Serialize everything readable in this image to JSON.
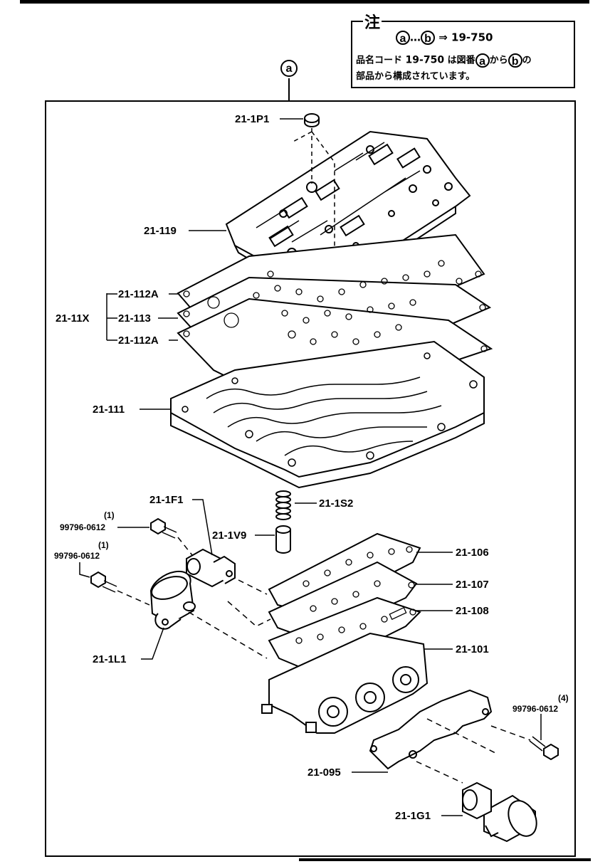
{
  "note": {
    "title": "注",
    "range_from": "a",
    "range_sep": "…",
    "arrow": "⇒",
    "range_ref": "19-750",
    "line2_prefix": "品名コード",
    "line2_code": "19-750",
    "line2_mid": "は図番",
    "line2_from": "a",
    "line2_kara": "から",
    "line2_to": "b",
    "line2_no": "の",
    "line3": "部品から構成されています。"
  },
  "group_marker": "a",
  "labels": {
    "p21_1P1": "21-1P1",
    "p21_119": "21-119",
    "p21_112A_top": "21-112A",
    "p21_11X": "21-11X",
    "p21_113": "21-113",
    "p21_112A_bot": "21-112A",
    "p21_111": "21-111",
    "p21_1F1": "21-1F1",
    "p21_1S2": "21-1S2",
    "p21_1V9": "21-1V9",
    "bolt1_qty": "(1)",
    "bolt1": "99796-0612",
    "bolt2_qty": "(1)",
    "bolt2": "99796-0612",
    "p21_106": "21-106",
    "p21_107": "21-107",
    "p21_108": "21-108",
    "p21_101": "21-101",
    "p21_1L1": "21-1L1",
    "bolt3_qty": "(4)",
    "bolt3": "99796-0612",
    "p21_095": "21-095",
    "p21_1G1": "21-1G1"
  }
}
